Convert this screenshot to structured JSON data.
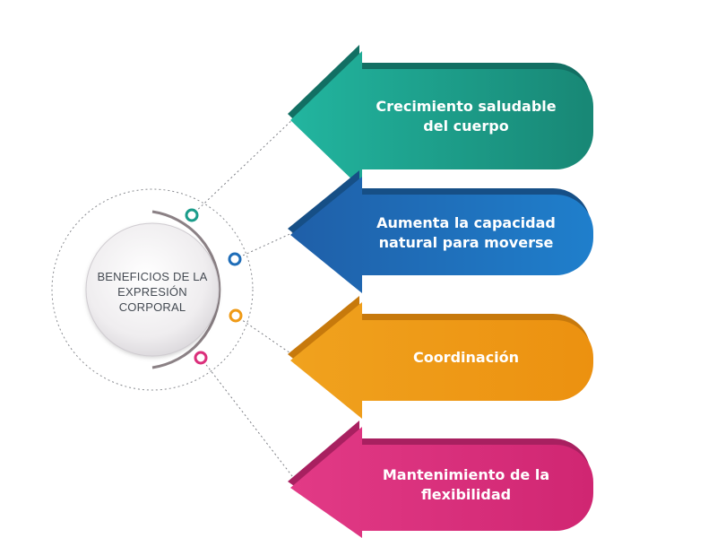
{
  "center": {
    "line1": "BENEFICIOS DE LA",
    "line2": "EXPRESIÓN",
    "line3": "CORPORAL"
  },
  "benefits": [
    {
      "line1": "Crecimiento saludable",
      "line2": "del cuerpo",
      "color": "#1a9c8a",
      "dark": "#126f63"
    },
    {
      "line1": "Aumenta la capacidad",
      "line2": "natural para moverse",
      "color": "#1f6db8",
      "dark": "#164f86"
    },
    {
      "line1": "Coordinación",
      "line2": "",
      "color": "#ef9a16",
      "dark": "#c7790c"
    },
    {
      "line1": "Mantenimiento de la",
      "line2": "flexibilidad",
      "color": "#db2f7b",
      "dark": "#a82060"
    }
  ]
}
